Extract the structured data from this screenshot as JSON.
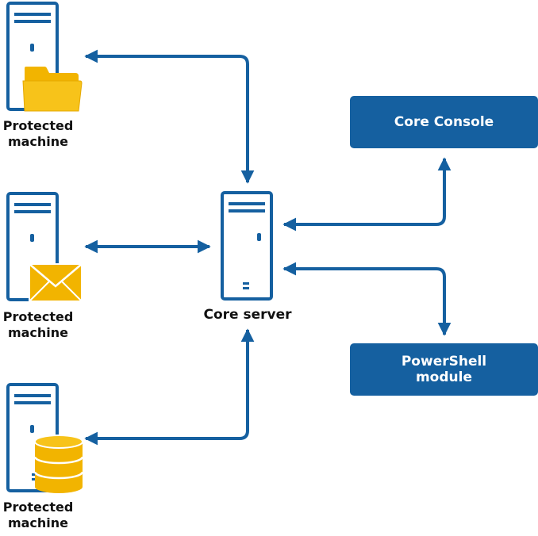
{
  "machines": [
    {
      "line1": "Protected",
      "line2": "machine",
      "icon": "folder-icon"
    },
    {
      "line1": "Protected",
      "line2": "machine",
      "icon": "envelope-icon"
    },
    {
      "line1": "Protected",
      "line2": "machine",
      "icon": "database-icon"
    }
  ],
  "core": {
    "label": "Core server"
  },
  "console": {
    "label": "Core Console"
  },
  "powershell": {
    "line1": "PowerShell",
    "line2": "module"
  },
  "colors": {
    "primary": "#1560a0",
    "accent": "#f2b400",
    "server_fill": "#ffffff"
  }
}
